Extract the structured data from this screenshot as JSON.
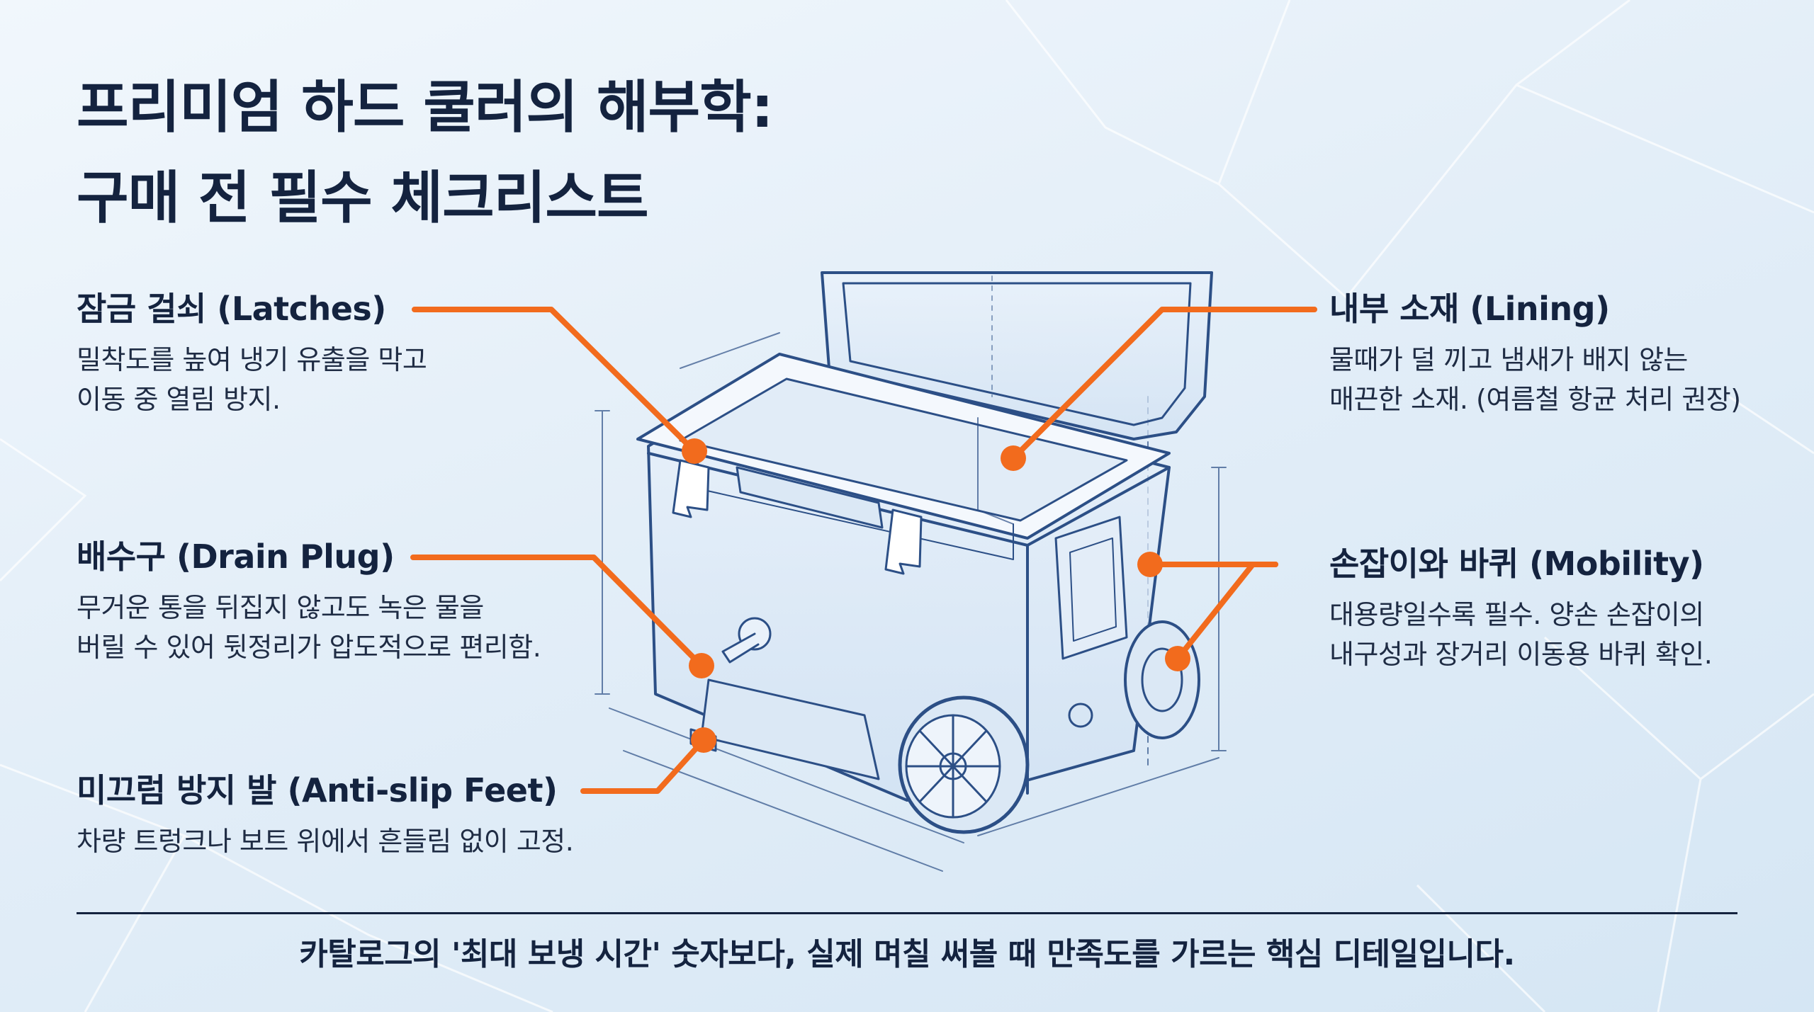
{
  "title": {
    "line1": "프리미엄 하드 쿨러의 해부학:",
    "line2": "구매 전 필수 체크리스트"
  },
  "callouts": [
    {
      "id": "latches",
      "heading": "잠금 걸쇠 (Latches)",
      "lines": [
        "밀착도를 높여 냉기 유출을 막고",
        "이동 중 열림 방지."
      ]
    },
    {
      "id": "drain",
      "heading": "배수구 (Drain Plug)",
      "lines": [
        "무거운 통을 뒤집지 않고도 녹은 물을",
        "버릴 수 있어 뒷정리가 압도적으로 편리함."
      ]
    },
    {
      "id": "feet",
      "heading": "미끄럼 방지 발 (Anti-slip Feet)",
      "lines": [
        "차량 트렁크나 보트 위에서 흔들림 없이 고정."
      ]
    },
    {
      "id": "lining",
      "heading": "내부 소재 (Lining)",
      "lines": [
        "물때가 덜 끼고 냄새가 배지 않는",
        "매끈한 소재. (여름철 항균 처리 권장)"
      ]
    },
    {
      "id": "mobility",
      "heading": "손잡이와 바퀴 (Mobility)",
      "lines": [
        "대용량일수록 필수. 양손 손잡이의",
        "내구성과 장거리 이동용 바퀴 확인."
      ]
    }
  ],
  "footer": "카탈로그의 '최대 보냉 시간' 숫자보다, 실제 며칠 써볼 때 만족도를 가르는 핵심 디테일입니다.",
  "colors": {
    "accent": "#f26b1d",
    "ink": "#14233f",
    "blueprint": "#2c4f86"
  }
}
